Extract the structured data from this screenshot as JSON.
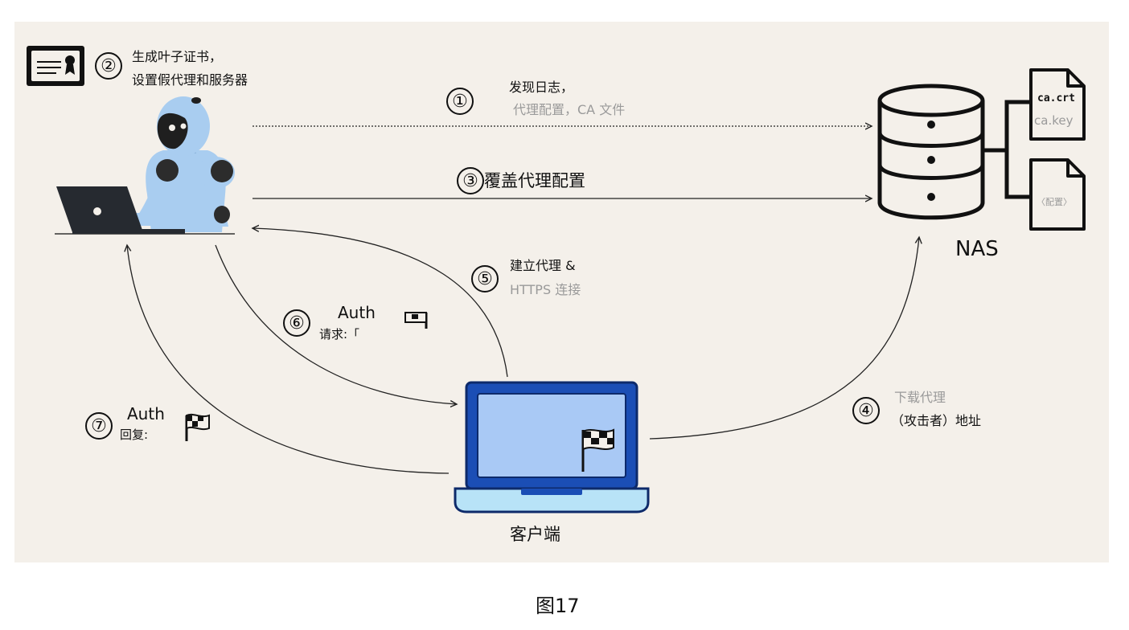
{
  "figure_caption": "图17",
  "nodes": {
    "nas": "NAS",
    "client": "客户端"
  },
  "files": {
    "file1_line1": "ca.crt",
    "file1_line2": "ca.key",
    "file2_line1": "〈配置〉"
  },
  "steps": {
    "s1": {
      "num": "①",
      "line1": "发现日志，",
      "line2": "代理配置，CA 文件"
    },
    "s2": {
      "num": "②",
      "line1": "生成叶子证书，",
      "line2": "设置假代理和服务器"
    },
    "s3": {
      "num": "③",
      "line1": "覆盖代理配置"
    },
    "s4": {
      "num": "④",
      "line1": "下载代理",
      "line2": "（攻击者）地址"
    },
    "s5": {
      "num": "⑤",
      "line1": "建立代理 &",
      "line2": "HTTPS 连接"
    },
    "s6": {
      "num": "⑥",
      "line1": "Auth",
      "line2": "请求:「"
    },
    "s7": {
      "num": "⑦",
      "line1": "Auth",
      "line2": "回复:"
    }
  },
  "icons": {
    "certificate": "certificate-icon",
    "robot": "robot-hacker-icon",
    "laptop": "laptop-icon",
    "database": "database-icon",
    "file": "file-icon",
    "flag": "checkered-flag-icon"
  },
  "colors": {
    "background": "#f4f0ea",
    "robot_body": "#a9cdf0",
    "client_laptop": "#1b4eb5",
    "client_screen": "#a9c9f5",
    "client_base": "#b8e3f7",
    "ink": "#111111"
  }
}
